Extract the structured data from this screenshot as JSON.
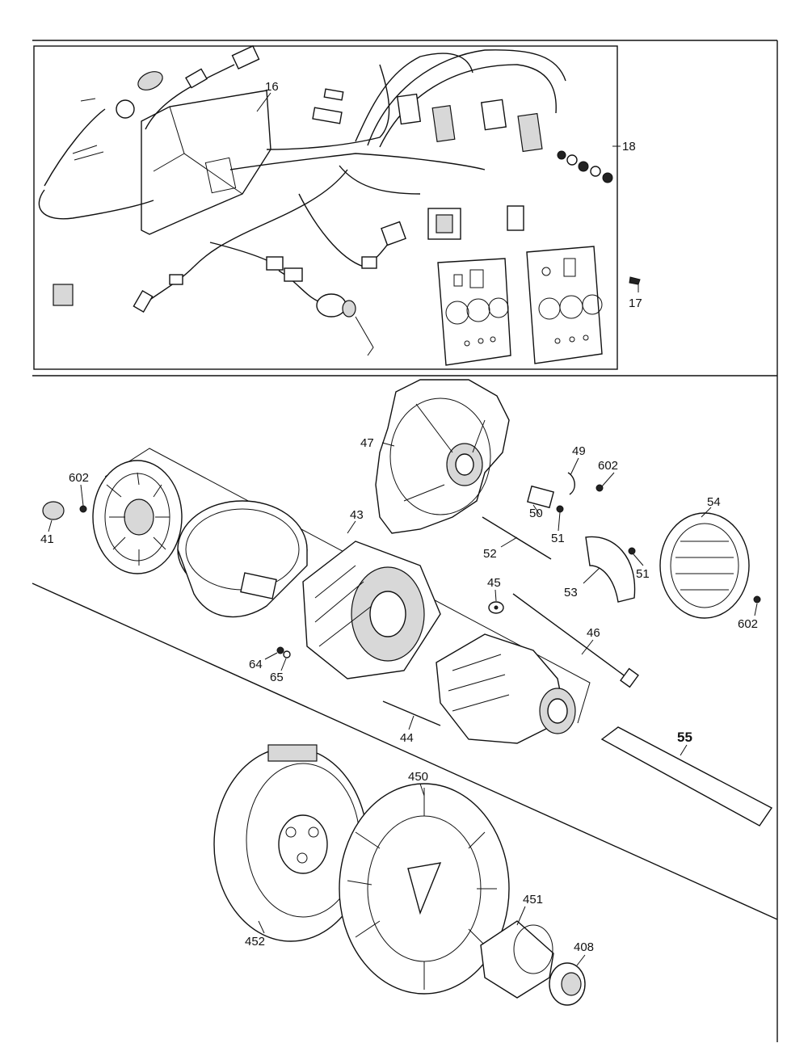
{
  "labels": {
    "p16": "16",
    "p18": "18",
    "p17": "17",
    "p47": "47",
    "p49": "49",
    "p602a": "602",
    "p602b": "602",
    "p602c": "602",
    "p54": "54",
    "p41": "41",
    "p43": "43",
    "p50": "50",
    "p51a": "51",
    "p51b": "51",
    "p52": "52",
    "p45": "45",
    "p53": "53",
    "p46": "46",
    "p64": "64",
    "p65": "65",
    "p44": "44",
    "p55": "55",
    "p450": "450",
    "p451": "451",
    "p452": "452",
    "p408": "408"
  }
}
